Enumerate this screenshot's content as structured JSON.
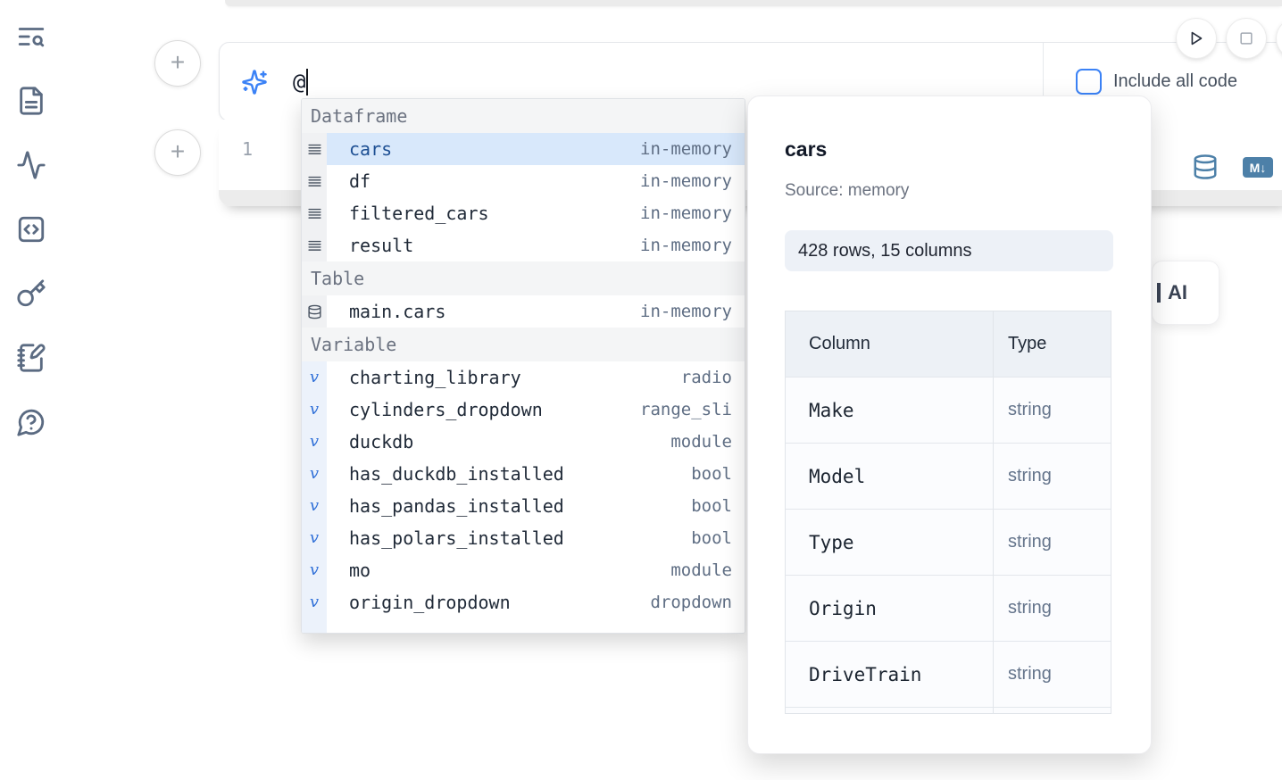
{
  "sidebar": {
    "icons": [
      "text-search",
      "file-text",
      "activity",
      "code-square",
      "key",
      "notebook-pen",
      "help-circle"
    ]
  },
  "run_controls": {
    "buttons": [
      "run",
      "stop",
      "partial"
    ]
  },
  "ai_panel": {
    "prompt_value": "@",
    "sparkles_icon": "sparkles-icon",
    "include_all_code_label": "Include all code"
  },
  "cell": {
    "line_number": "1",
    "toolbar_icons": [
      "database",
      "markdown-download"
    ]
  },
  "autocomplete": {
    "sections": [
      {
        "label": "Dataframe",
        "items": [
          {
            "name": "cars",
            "type": "in-memory",
            "icon": "dataframe",
            "selected": true
          },
          {
            "name": "df",
            "type": "in-memory",
            "icon": "dataframe",
            "selected": false
          },
          {
            "name": "filtered_cars",
            "type": "in-memory",
            "icon": "dataframe",
            "selected": false
          },
          {
            "name": "result",
            "type": "in-memory",
            "icon": "dataframe",
            "selected": false
          }
        ]
      },
      {
        "label": "Table",
        "items": [
          {
            "name": "main.cars",
            "type": "in-memory",
            "icon": "table",
            "selected": false
          }
        ]
      },
      {
        "label": "Variable",
        "items": [
          {
            "name": "charting_library",
            "type": "radio",
            "icon": "variable",
            "selected": false
          },
          {
            "name": "cylinders_dropdown",
            "type": "range_sli",
            "icon": "variable",
            "selected": false
          },
          {
            "name": "duckdb",
            "type": "module",
            "icon": "variable",
            "selected": false
          },
          {
            "name": "has_duckdb_installed",
            "type": "bool",
            "icon": "variable",
            "selected": false
          },
          {
            "name": "has_pandas_installed",
            "type": "bool",
            "icon": "variable",
            "selected": false
          },
          {
            "name": "has_polars_installed",
            "type": "bool",
            "icon": "variable",
            "selected": false
          },
          {
            "name": "mo",
            "type": "module",
            "icon": "variable",
            "selected": false
          },
          {
            "name": "origin_dropdown",
            "type": "dropdown",
            "icon": "variable",
            "selected": false
          }
        ]
      }
    ]
  },
  "preview": {
    "title": "cars",
    "source_label": "Source: memory",
    "shape_label": "428 rows, 15 columns",
    "table": {
      "headers": [
        "Column",
        "Type"
      ],
      "rows": [
        [
          "Make",
          "string"
        ],
        [
          "Model",
          "string"
        ],
        [
          "Type",
          "string"
        ],
        [
          "Origin",
          "string"
        ],
        [
          "DriveTrain",
          "string"
        ]
      ]
    }
  },
  "ai_button": {
    "visible_label": "AI"
  },
  "colors": {
    "accent_blue": "#3b82f6",
    "selected_row_bg": "#d8e8fb",
    "selected_row_text": "#1d4f93",
    "steel_icon_blue": "#4d80a8",
    "sidebar_icon": "#5b6b82"
  }
}
